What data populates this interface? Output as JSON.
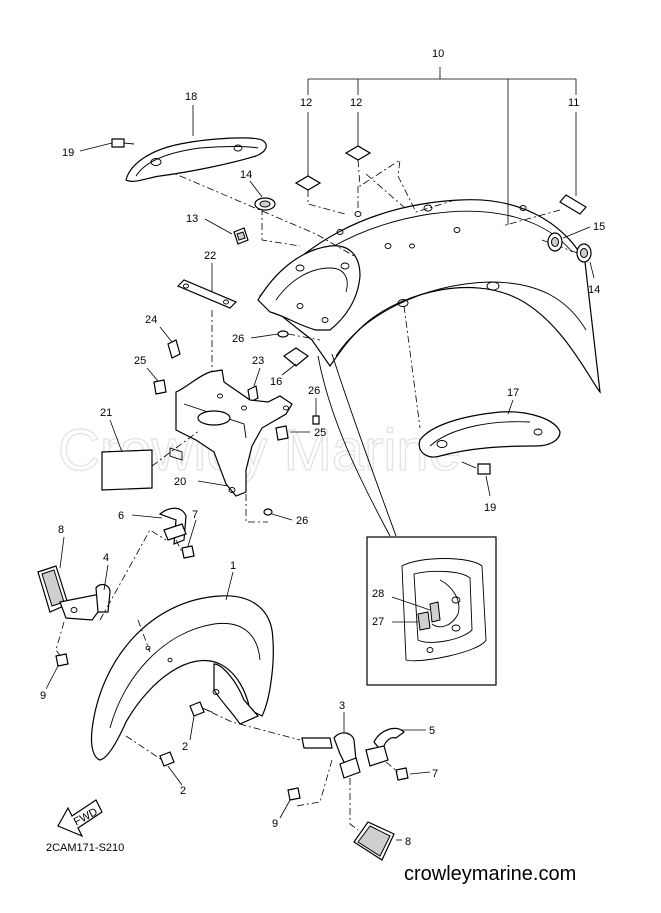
{
  "callouts": {
    "c1": "1",
    "c2a": "2",
    "c2b": "2",
    "c3": "3",
    "c4": "4",
    "c5": "5",
    "c6": "6",
    "c7a": "7",
    "c7b": "7",
    "c8a": "8",
    "c8b": "8",
    "c9a": "9",
    "c9b": "9",
    "c10": "10",
    "c11": "11",
    "c12a": "12",
    "c12b": "12",
    "c13": "13",
    "c14a": "14",
    "c14b": "14",
    "c15": "15",
    "c16": "16",
    "c17": "17",
    "c18": "18",
    "c19a": "19",
    "c19b": "19",
    "c20": "20",
    "c21": "21",
    "c22": "22",
    "c23": "23",
    "c24": "24",
    "c25a": "25",
    "c25b": "25",
    "c26a": "26",
    "c26b": "26",
    "c26c": "26",
    "c27": "27",
    "c28": "28"
  },
  "fwd_label": "FWD",
  "diagram_code": "2CAM171-S210",
  "watermark": "Crowley Marine",
  "site": "crowleymarine.com",
  "colors": {
    "line": "#000000",
    "background": "#ffffff",
    "watermark": "#e3e3e3"
  }
}
